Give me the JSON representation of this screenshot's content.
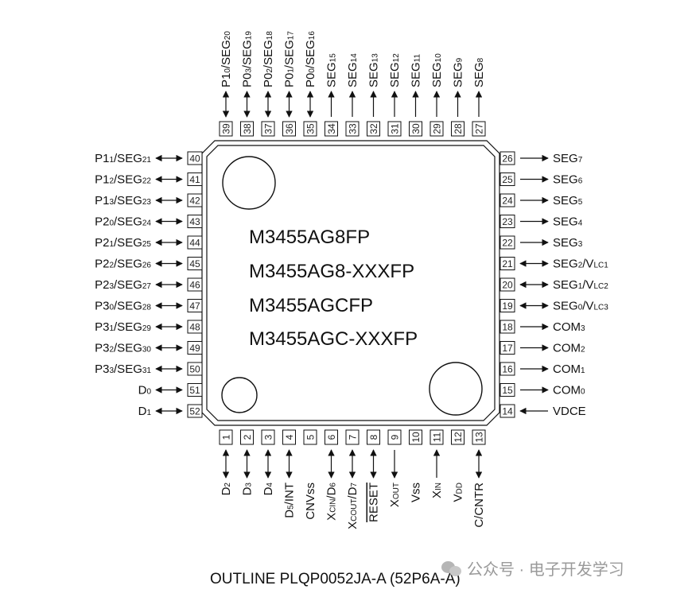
{
  "chip": {
    "part_numbers": [
      "M3455AG8FP",
      "M3455AG8-XXXFP",
      "M3455AGCFP",
      "M3455AGC-XXXFP"
    ]
  },
  "pins": {
    "top": [
      {
        "num": "39",
        "name": "P1",
        "sub": "0",
        "name2": "/SEG",
        "sub2": "20",
        "dir": "bi"
      },
      {
        "num": "38",
        "name": "P0",
        "sub": "3",
        "name2": "/SEG",
        "sub2": "19",
        "dir": "bi"
      },
      {
        "num": "37",
        "name": "P0",
        "sub": "2",
        "name2": "/SEG",
        "sub2": "18",
        "dir": "bi"
      },
      {
        "num": "36",
        "name": "P0",
        "sub": "1",
        "name2": "/SEG",
        "sub2": "17",
        "dir": "bi"
      },
      {
        "num": "35",
        "name": "P0",
        "sub": "0",
        "name2": "/SEG",
        "sub2": "16",
        "dir": "bi"
      },
      {
        "num": "34",
        "name": "SEG",
        "sub": "15",
        "name2": "",
        "sub2": "",
        "dir": "out"
      },
      {
        "num": "33",
        "name": "SEG",
        "sub": "14",
        "name2": "",
        "sub2": "",
        "dir": "out"
      },
      {
        "num": "32",
        "name": "SEG",
        "sub": "13",
        "name2": "",
        "sub2": "",
        "dir": "out"
      },
      {
        "num": "31",
        "name": "SEG",
        "sub": "12",
        "name2": "",
        "sub2": "",
        "dir": "out"
      },
      {
        "num": "30",
        "name": "SEG",
        "sub": "11",
        "name2": "",
        "sub2": "",
        "dir": "out"
      },
      {
        "num": "29",
        "name": "SEG",
        "sub": "10",
        "name2": "",
        "sub2": "",
        "dir": "out"
      },
      {
        "num": "28",
        "name": "SEG",
        "sub": "9",
        "name2": "",
        "sub2": "",
        "dir": "out"
      },
      {
        "num": "27",
        "name": "SEG",
        "sub": "8",
        "name2": "",
        "sub2": "",
        "dir": "out"
      }
    ],
    "left": [
      {
        "num": "40",
        "name": "P1",
        "sub": "1",
        "name2": "/SEG",
        "sub2": "21",
        "dir": "bi"
      },
      {
        "num": "41",
        "name": "P1",
        "sub": "2",
        "name2": "/SEG",
        "sub2": "22",
        "dir": "bi"
      },
      {
        "num": "42",
        "name": "P1",
        "sub": "3",
        "name2": "/SEG",
        "sub2": "23",
        "dir": "bi"
      },
      {
        "num": "43",
        "name": "P2",
        "sub": "0",
        "name2": "/SEG",
        "sub2": "24",
        "dir": "bi"
      },
      {
        "num": "44",
        "name": "P2",
        "sub": "1",
        "name2": "/SEG",
        "sub2": "25",
        "dir": "bi"
      },
      {
        "num": "45",
        "name": "P2",
        "sub": "2",
        "name2": "/SEG",
        "sub2": "26",
        "dir": "bi"
      },
      {
        "num": "46",
        "name": "P2",
        "sub": "3",
        "name2": "/SEG",
        "sub2": "27",
        "dir": "bi"
      },
      {
        "num": "47",
        "name": "P3",
        "sub": "0",
        "name2": "/SEG",
        "sub2": "28",
        "dir": "bi"
      },
      {
        "num": "48",
        "name": "P3",
        "sub": "1",
        "name2": "/SEG",
        "sub2": "29",
        "dir": "bi"
      },
      {
        "num": "49",
        "name": "P3",
        "sub": "2",
        "name2": "/SEG",
        "sub2": "30",
        "dir": "bi"
      },
      {
        "num": "50",
        "name": "P3",
        "sub": "3",
        "name2": "/SEG",
        "sub2": "31",
        "dir": "bi"
      },
      {
        "num": "51",
        "name": "D",
        "sub": "0",
        "name2": "",
        "sub2": "",
        "dir": "bi"
      },
      {
        "num": "52",
        "name": "D",
        "sub": "1",
        "name2": "",
        "sub2": "",
        "dir": "bi"
      }
    ],
    "right": [
      {
        "num": "26",
        "name": "SEG",
        "sub": "7",
        "name2": "",
        "sub2": "",
        "dir": "out"
      },
      {
        "num": "25",
        "name": "SEG",
        "sub": "6",
        "name2": "",
        "sub2": "",
        "dir": "out"
      },
      {
        "num": "24",
        "name": "SEG",
        "sub": "5",
        "name2": "",
        "sub2": "",
        "dir": "out"
      },
      {
        "num": "23",
        "name": "SEG",
        "sub": "4",
        "name2": "",
        "sub2": "",
        "dir": "out"
      },
      {
        "num": "22",
        "name": "SEG",
        "sub": "3",
        "name2": "",
        "sub2": "",
        "dir": "out"
      },
      {
        "num": "21",
        "name": "SEG",
        "sub": "2",
        "name2": "/V",
        "sub2": "LC1",
        "dir": "bi"
      },
      {
        "num": "20",
        "name": "SEG",
        "sub": "1",
        "name2": "/V",
        "sub2": "LC2",
        "dir": "bi"
      },
      {
        "num": "19",
        "name": "SEG",
        "sub": "0",
        "name2": "/V",
        "sub2": "LC3",
        "dir": "bi"
      },
      {
        "num": "18",
        "name": "COM",
        "sub": "3",
        "name2": "",
        "sub2": "",
        "dir": "out"
      },
      {
        "num": "17",
        "name": "COM",
        "sub": "2",
        "name2": "",
        "sub2": "",
        "dir": "out"
      },
      {
        "num": "16",
        "name": "COM",
        "sub": "1",
        "name2": "",
        "sub2": "",
        "dir": "out"
      },
      {
        "num": "15",
        "name": "COM",
        "sub": "0",
        "name2": "",
        "sub2": "",
        "dir": "out"
      },
      {
        "num": "14",
        "name": "VDCE",
        "sub": "",
        "name2": "",
        "sub2": "",
        "dir": "in"
      }
    ],
    "bottom": [
      {
        "num": "1",
        "name": "D",
        "sub": "2",
        "name2": "",
        "sub2": "",
        "dir": "bi"
      },
      {
        "num": "2",
        "name": "D",
        "sub": "3",
        "name2": "",
        "sub2": "",
        "dir": "bi"
      },
      {
        "num": "3",
        "name": "D",
        "sub": "4",
        "name2": "",
        "sub2": "",
        "dir": "bi"
      },
      {
        "num": "4",
        "name": "D",
        "sub": "5",
        "name2": "/INT",
        "sub2": "",
        "dir": "bi"
      },
      {
        "num": "5",
        "name": "CNVss",
        "sub": "",
        "name2": "",
        "sub2": "",
        "dir": "none"
      },
      {
        "num": "6",
        "name": "X",
        "sub": "CIN",
        "name2": "/D",
        "sub2": "6",
        "dir": "bi"
      },
      {
        "num": "7",
        "name": "X",
        "sub": "COUT",
        "name2": "/D",
        "sub2": "7",
        "dir": "bi"
      },
      {
        "num": "8",
        "name": "RESET",
        "sub": "",
        "name2": "",
        "sub2": "",
        "dir": "bi",
        "overline": true
      },
      {
        "num": "9",
        "name": "X",
        "sub": "OUT",
        "name2": "",
        "sub2": "",
        "dir": "out"
      },
      {
        "num": "10",
        "name": "Vss",
        "sub": "",
        "name2": "",
        "sub2": "",
        "dir": "none"
      },
      {
        "num": "11",
        "name": "X",
        "sub": "IN",
        "name2": "",
        "sub2": "",
        "dir": "in"
      },
      {
        "num": "12",
        "name": "V",
        "sub": "DD",
        "name2": "",
        "sub2": "",
        "dir": "none"
      },
      {
        "num": "13",
        "name": "C/CNTR",
        "sub": "",
        "name2": "",
        "sub2": "",
        "dir": "bi"
      }
    ]
  },
  "footer": {
    "outline_text": "OUTLINE  PLQP0052JA-A (52P6A-A)"
  },
  "watermark": {
    "icon": "wechat-icon",
    "text": "公众号 · 电子开发学习"
  },
  "colors": {
    "line": "#111111",
    "watermark": "#9a9a9a"
  }
}
